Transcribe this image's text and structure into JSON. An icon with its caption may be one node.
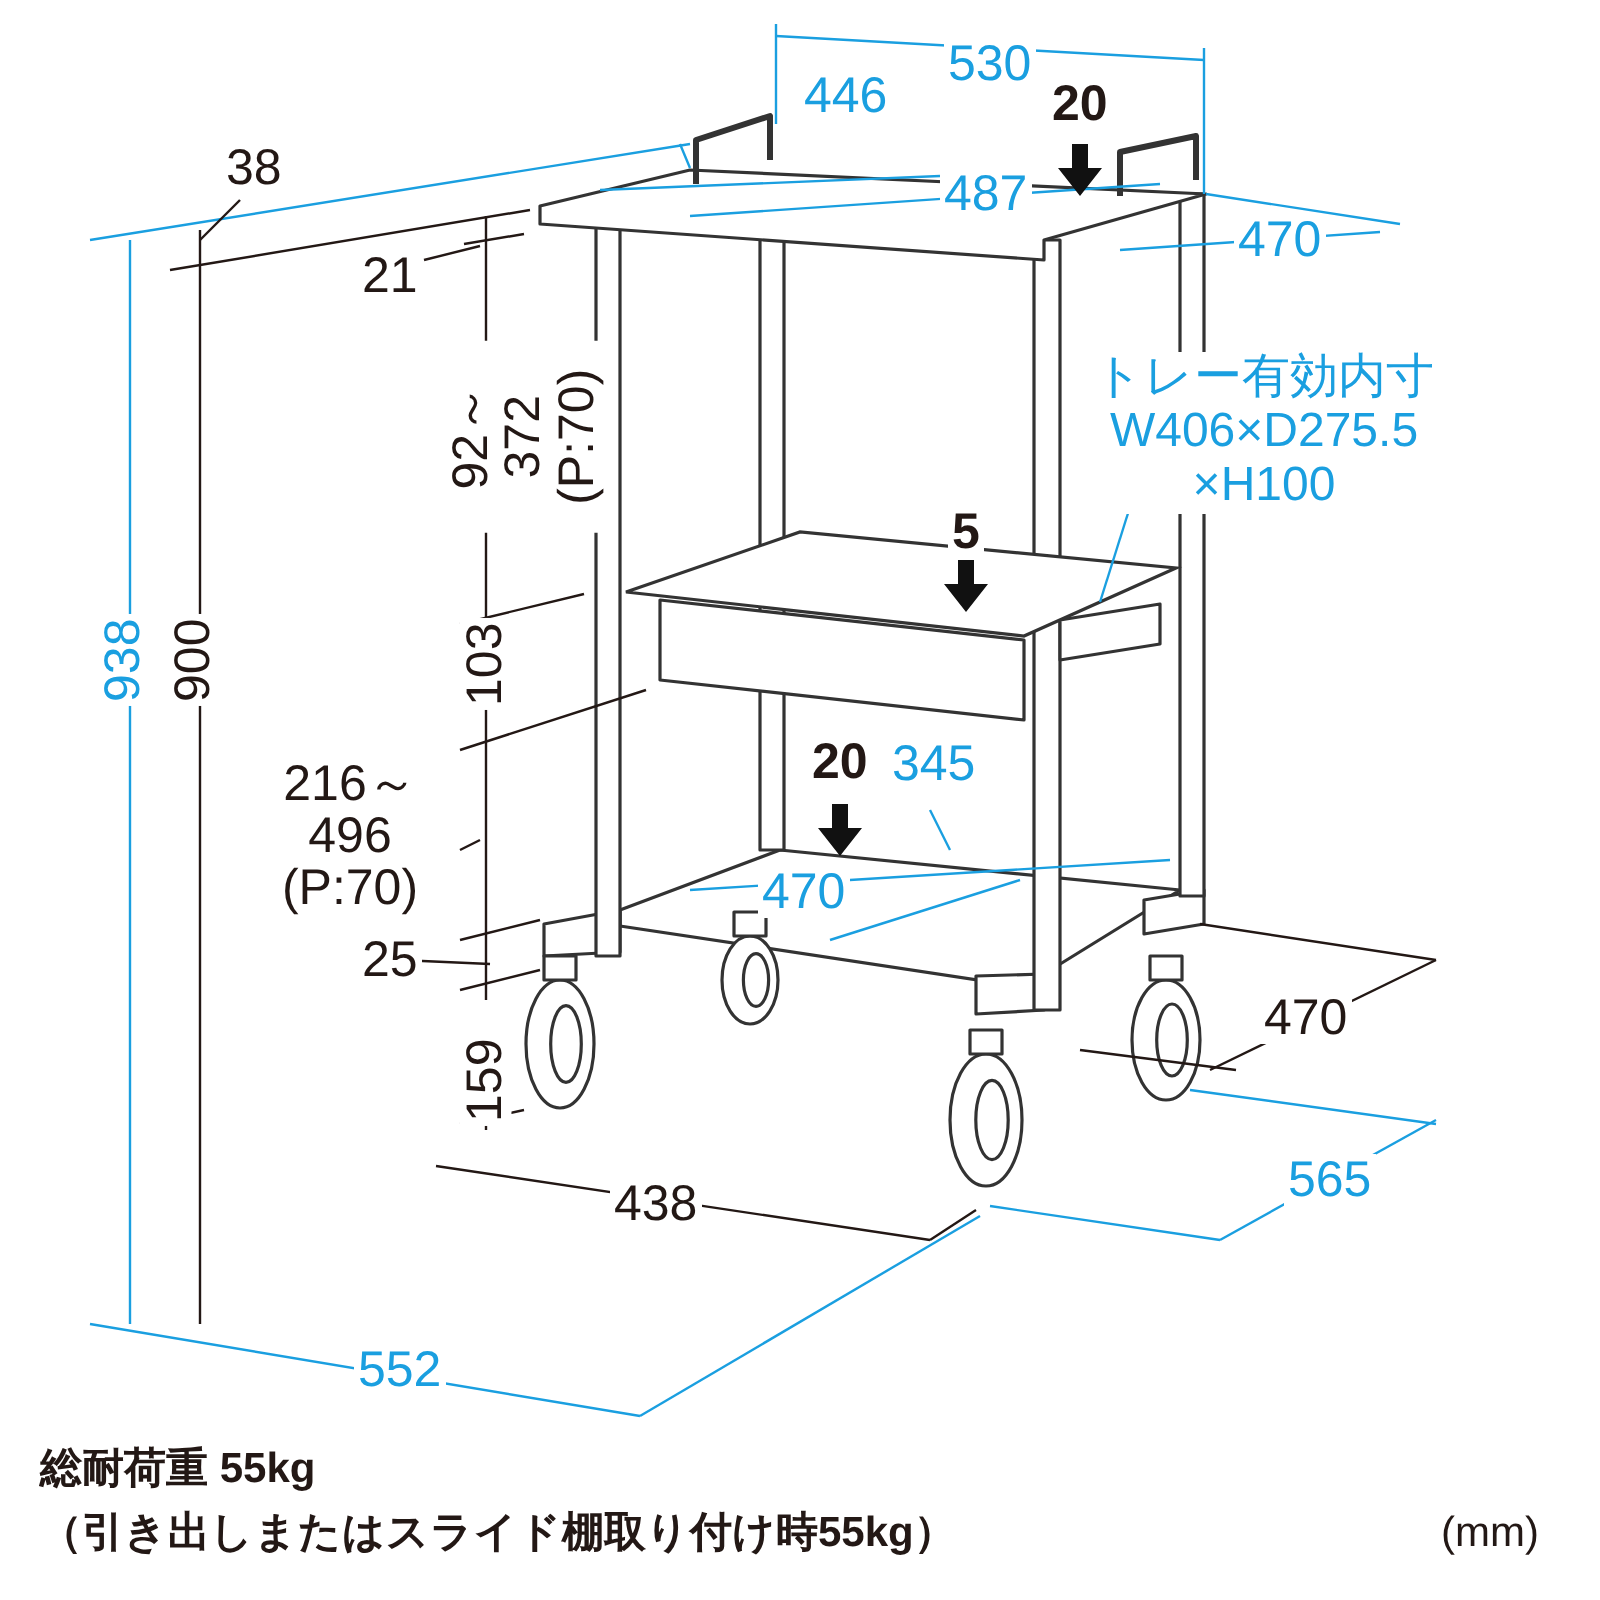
{
  "diagram": {
    "nodes": [
      {
        "text": [
          "トレー有効内寸 W406×D275.5 ×H100"
        ]
      },
      {
        "text": [],
        "shape": "box"
      }
    ],
    "edges": [
      {
        "from": 0,
        "to": 1,
        "arrow": "none"
      }
    ],
    "labels": [
      "530",
      "446",
      "38",
      "20",
      "487",
      "470",
      "21",
      "92～372 (P:70)",
      "5",
      "938",
      "900",
      "103",
      "20",
      "345",
      "216～496 (P:70)",
      "470",
      "25",
      "470",
      "159",
      "438",
      "565",
      "552",
      "総耐荷重 55kg",
      "（引き出しまたはスライド棚取り付け時55kg）",
      "(mm)"
    ]
  }
}
